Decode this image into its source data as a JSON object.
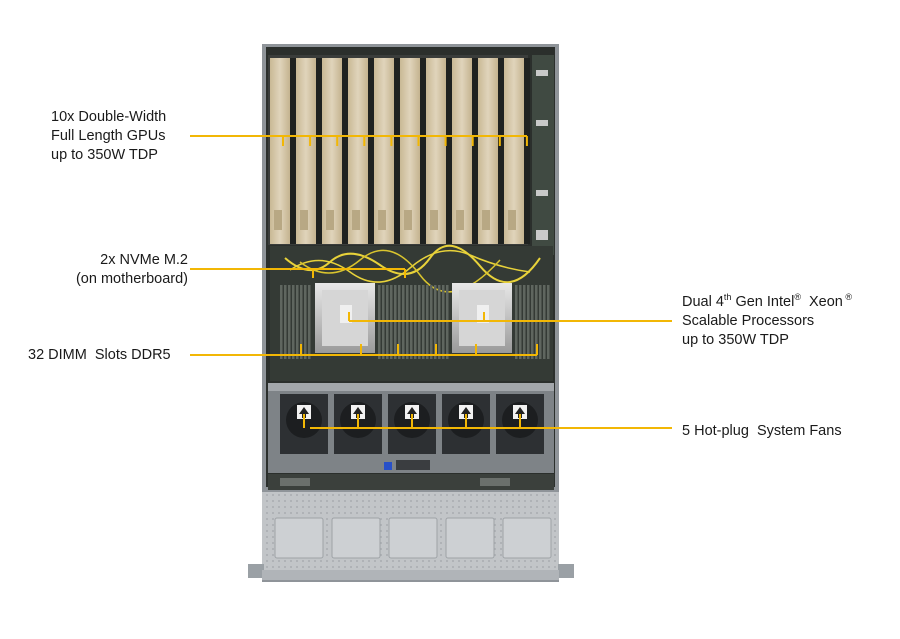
{
  "callouts": {
    "gpu": {
      "lines": [
        "10x Double-Width",
        "Full Length GPUs",
        "up to 350W TDP"
      ]
    },
    "nvme": {
      "lines": [
        "2x NVMe M.2",
        "(on motherboard)"
      ]
    },
    "dimm": {
      "line": "32 DIMM  Slots DDR5"
    },
    "cpu": {
      "line1_a": "Dual 4",
      "line1_sup1": "th",
      "line1_b": " Gen Intel",
      "line1_sup2": "®",
      "line1_c": "  Xeon",
      "line1_sup3": " ®",
      "line2": "Scalable Processors",
      "line3": "up to 350W TDP"
    },
    "fans": {
      "line": "5 Hot-plug  System Fans"
    }
  },
  "colors": {
    "callout_line": "#f2b705",
    "chassis": "#8f9499",
    "gpu_card": "#d5c7ab",
    "motherboard": "#2b2f2c"
  }
}
